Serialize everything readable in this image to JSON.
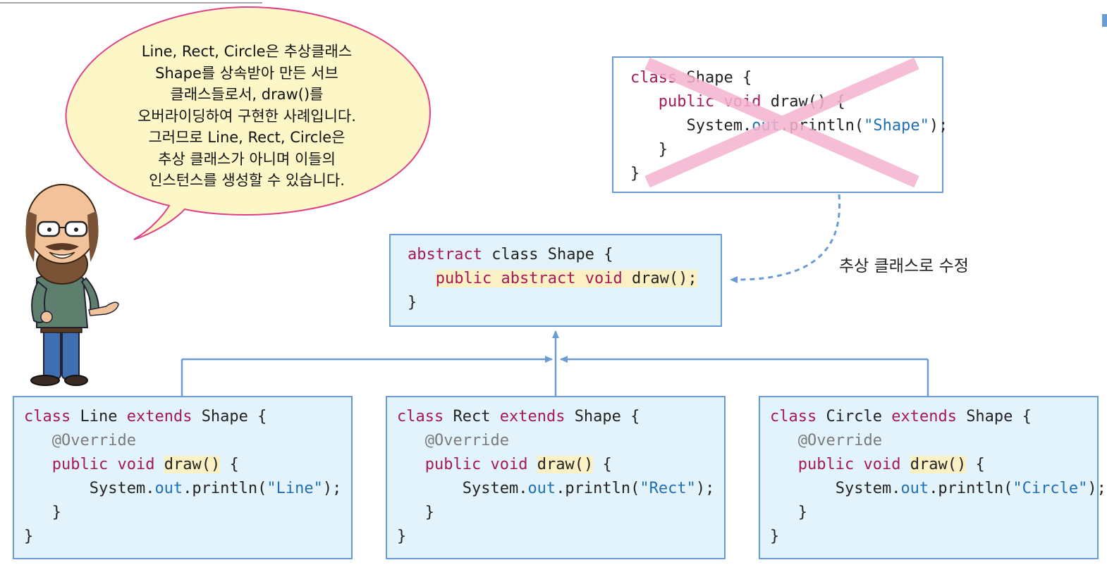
{
  "speech_bubble": {
    "lines": [
      "Line, Rect, Circle은 추상클래스",
      "Shape를 상속받아 만든 서브",
      "클래스들로서, draw()를",
      "오버라이딩하여 구현한 사례입니다.",
      "그러므로 Line, Rect, Circle은",
      "추상 클래스가 아니며 이들의",
      "인스턴스를 생성할 수 있습니다."
    ]
  },
  "edge_label": "추상 클래스로 수정",
  "code": {
    "kw_class": "class",
    "kw_public": "public",
    "kw_void": "void",
    "kw_abstract": "abstract",
    "kw_extends": "extends",
    "annotation": "@Override",
    "shape_name": "Shape",
    "open_brace": "{",
    "close_brace": "}",
    "draw_call": "draw()",
    "draw_sig": "draw();",
    "system": "System.",
    "out": "out",
    "println_open": ".println(",
    "println_close": ");",
    "crossed_string": "\"Shape\""
  },
  "subclasses": [
    {
      "name": "Line",
      "string": "\"Line\""
    },
    {
      "name": "Rect",
      "string": "\"Rect\""
    },
    {
      "name": "Circle",
      "string": "\"Circle\""
    }
  ],
  "colors": {
    "box_border": "#6a9bd4",
    "box_fill": "#e3f3fb",
    "keyword": "#a3195b",
    "string": "#1f6fb5",
    "cross_mark": "#f5b3cf",
    "bubble_fill": "#fdf6c6",
    "bubble_border": "#e0408a"
  }
}
